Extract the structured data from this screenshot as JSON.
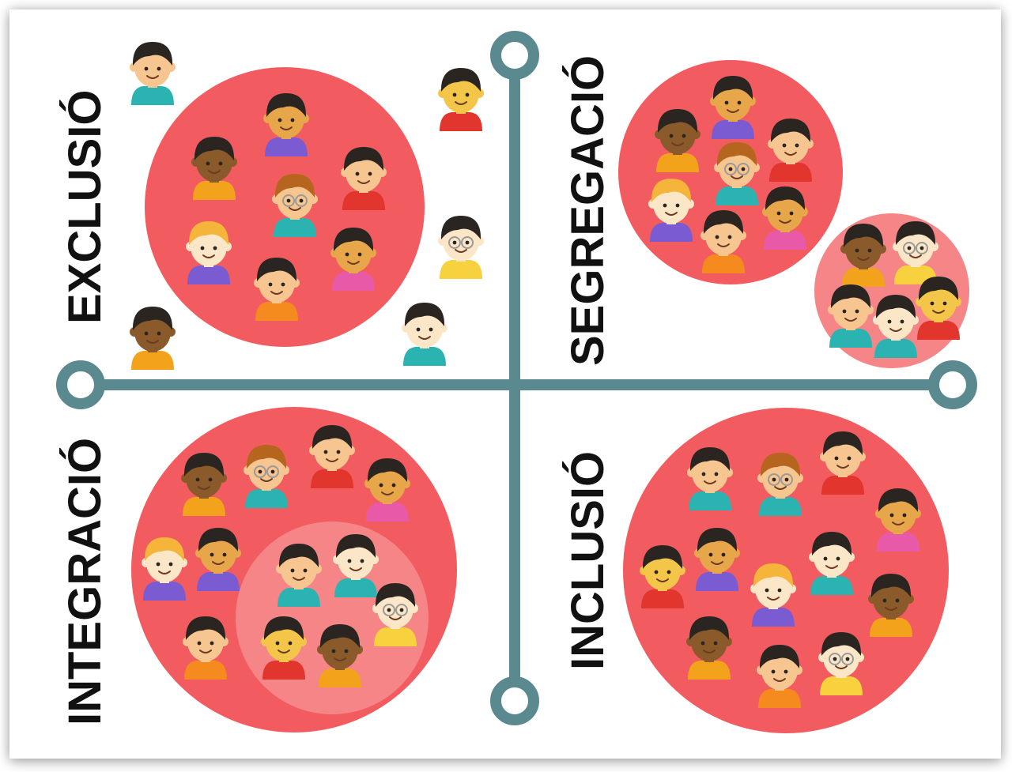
{
  "quadrants": {
    "exclusion": {
      "label": "EXCLUSIÓ"
    },
    "segregation": {
      "label": "SEGREGACIÓ"
    },
    "integration": {
      "label": "INTEGRACIÓ"
    },
    "inclusion": {
      "label": "INCLUSIÓ"
    }
  },
  "colors": {
    "circle": "#f25c60",
    "inner_circle": "#f58587",
    "axis": "#5a8a8f",
    "label": "#111111"
  }
}
